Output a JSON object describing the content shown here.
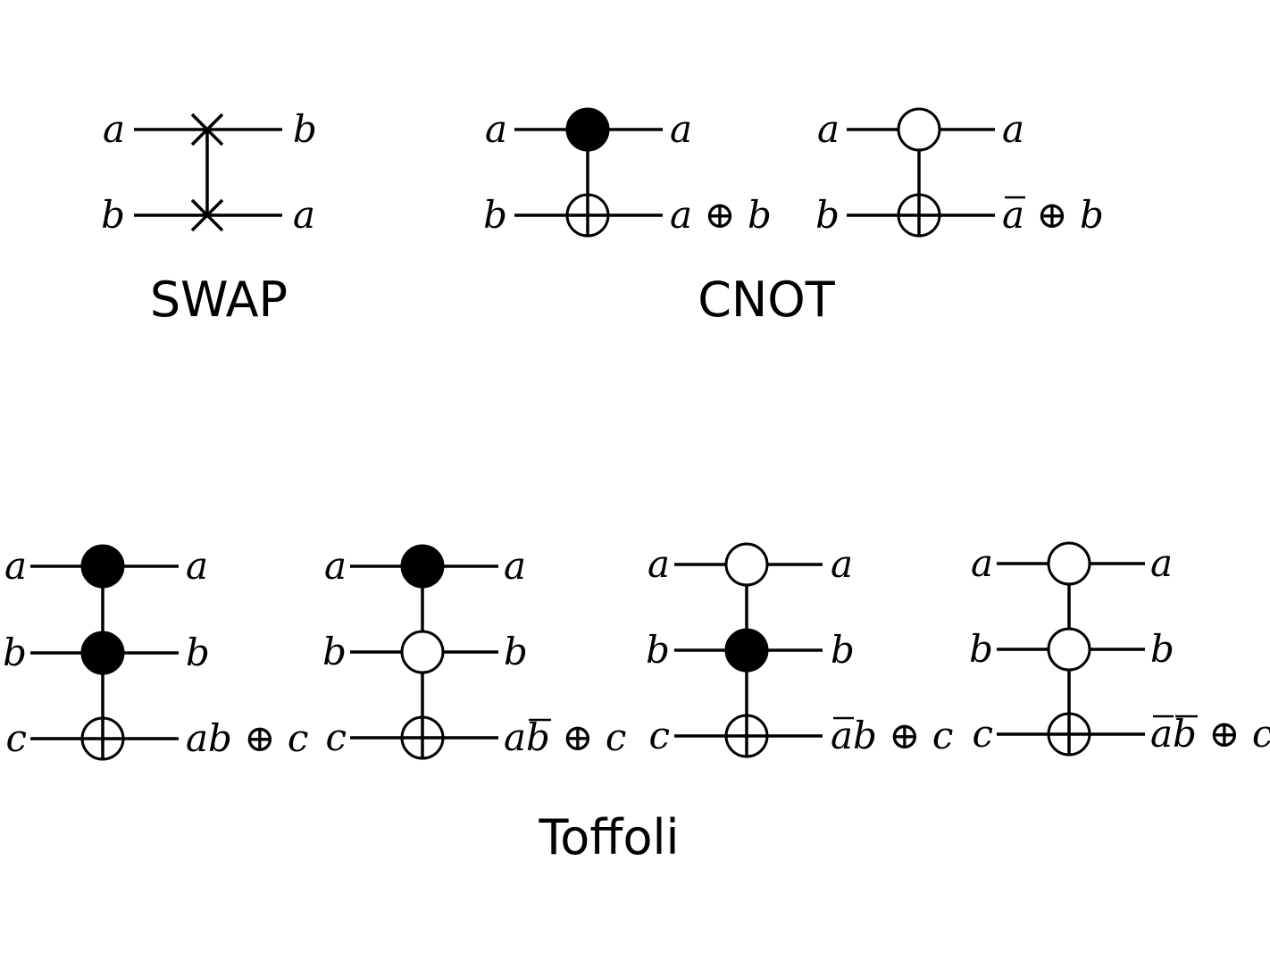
{
  "captions": {
    "swap": "SWAP",
    "cnot": "CNOT",
    "toffoli": "Toffoli"
  },
  "gates": [
    {
      "id": "swap",
      "kind": "swap",
      "inputs": [
        "a",
        "b"
      ],
      "outputs": [
        "b",
        "a"
      ]
    },
    {
      "id": "cnot-positive",
      "kind": "cnot",
      "inputs": [
        "a",
        "b"
      ],
      "outputs": [
        [
          {
            "t": "a"
          }
        ],
        [
          {
            "t": "a"
          },
          {
            "t": " ⊕ ",
            "op": true
          },
          {
            "t": "b"
          }
        ]
      ],
      "controls": [
        "filled"
      ]
    },
    {
      "id": "cnot-negative",
      "kind": "cnot",
      "inputs": [
        "a",
        "b"
      ],
      "outputs": [
        [
          {
            "t": "a"
          }
        ],
        [
          {
            "t": "a",
            "bar": true
          },
          {
            "t": " ⊕ ",
            "op": true
          },
          {
            "t": "b"
          }
        ]
      ],
      "controls": [
        "open"
      ]
    },
    {
      "id": "toffoli-1",
      "kind": "toffoli",
      "inputs": [
        "a",
        "b",
        "c"
      ],
      "outputs": [
        [
          {
            "t": "a"
          }
        ],
        [
          {
            "t": "b"
          }
        ],
        [
          {
            "t": "a"
          },
          {
            "t": "b"
          },
          {
            "t": " ⊕ ",
            "op": true
          },
          {
            "t": "c"
          }
        ]
      ],
      "controls": [
        "filled",
        "filled"
      ]
    },
    {
      "id": "toffoli-2",
      "kind": "toffoli",
      "inputs": [
        "a",
        "b",
        "c"
      ],
      "outputs": [
        [
          {
            "t": "a"
          }
        ],
        [
          {
            "t": "b"
          }
        ],
        [
          {
            "t": "a"
          },
          {
            "t": "b",
            "bar": true
          },
          {
            "t": " ⊕ ",
            "op": true
          },
          {
            "t": "c"
          }
        ]
      ],
      "controls": [
        "filled",
        "open"
      ]
    },
    {
      "id": "toffoli-3",
      "kind": "toffoli",
      "inputs": [
        "a",
        "b",
        "c"
      ],
      "outputs": [
        [
          {
            "t": "a"
          }
        ],
        [
          {
            "t": "b"
          }
        ],
        [
          {
            "t": "a",
            "bar": true
          },
          {
            "t": "b"
          },
          {
            "t": " ⊕ ",
            "op": true
          },
          {
            "t": "c"
          }
        ]
      ],
      "controls": [
        "open",
        "filled"
      ]
    },
    {
      "id": "toffoli-4",
      "kind": "toffoli",
      "inputs": [
        "a",
        "b",
        "c"
      ],
      "outputs": [
        [
          {
            "t": "a"
          }
        ],
        [
          {
            "t": "b"
          }
        ],
        [
          {
            "t": "a",
            "bar": true
          },
          {
            "t": "b",
            "bar": true
          },
          {
            "t": " ⊕ ",
            "op": true
          },
          {
            "t": "c"
          }
        ]
      ],
      "controls": [
        "open",
        "open"
      ]
    }
  ]
}
